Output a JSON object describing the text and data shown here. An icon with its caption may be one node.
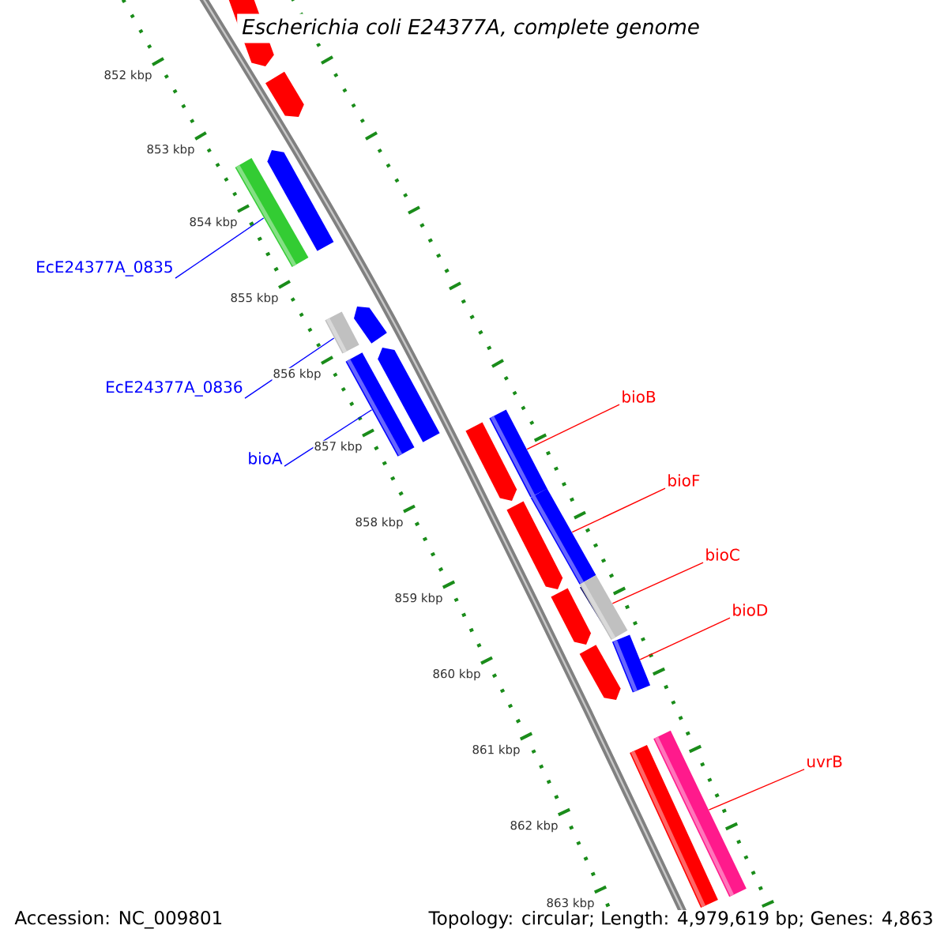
{
  "diagram": {
    "title": "Escherichia coli E24377A, complete genome",
    "nodes": [
      {
        "text": [
          "EcE24377A_0835"
        ]
      },
      {
        "text": [],
        "shape": "bar"
      },
      {
        "text": [
          "EcE24377A_0836"
        ]
      },
      {
        "text": [],
        "shape": "bar"
      },
      {
        "text": [
          "bioA"
        ]
      },
      {
        "text": [],
        "shape": "bar"
      },
      {
        "text": [
          "bioB"
        ]
      },
      {
        "text": [],
        "shape": "bar"
      },
      {
        "text": [
          "bioF"
        ]
      },
      {
        "text": [],
        "shape": "bar"
      },
      {
        "text": [
          "bioC"
        ]
      },
      {
        "text": [],
        "shape": "bar"
      },
      {
        "text": [
          "bioD"
        ]
      },
      {
        "text": [],
        "shape": "bar"
      },
      {
        "text": [
          "uvrB"
        ]
      },
      {
        "text": [],
        "shape": "bar"
      },
      {
        "text": [],
        "shape": "bar"
      }
    ],
    "edges": [
      {
        "from": 0,
        "to": 1,
        "arrow": "none",
        "color": "#0000ff"
      },
      {
        "from": 2,
        "to": 3,
        "arrow": "none",
        "color": "#0000ff"
      },
      {
        "from": 4,
        "to": 5,
        "arrow": "none",
        "color": "#0000ff"
      },
      {
        "from": 6,
        "to": 7,
        "arrow": "none"
      },
      {
        "from": 8,
        "to": 9,
        "arrow": "none"
      },
      {
        "from": 10,
        "to": 11,
        "arrow": "none"
      },
      {
        "from": 12,
        "to": 13,
        "arrow": "none"
      },
      {
        "from": 14,
        "to": 15,
        "arrow": "none"
      }
    ],
    "labels": [
      "852 kbp",
      "853 kbp",
      "854 kbp",
      "855 kbp",
      "856 kbp",
      "857 kbp",
      "858 kbp",
      "859 kbp",
      "860 kbp",
      "861 kbp",
      "862 kbp",
      "863 kbp",
      "Accession: NC_009801",
      "Topology: circular; Length: 4,979,619 bp; Genes: 4,863"
    ]
  }
}
